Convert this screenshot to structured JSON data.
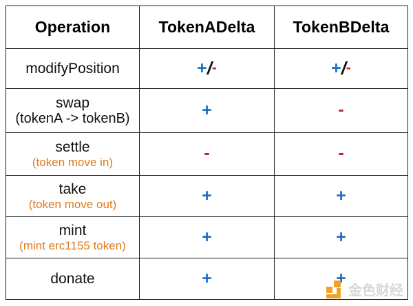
{
  "table": {
    "columns": [
      "Operation",
      "TokenADelta",
      "TokenBDelta"
    ],
    "rows": [
      {
        "operation": "modifyPosition",
        "subtitle": "",
        "subtitle_style": "none",
        "tokenA": "+/-",
        "tokenB": "+/-"
      },
      {
        "operation": "swap",
        "subtitle": "(tokenA -> tokenB)",
        "subtitle_style": "plain",
        "tokenA": "+",
        "tokenB": "-"
      },
      {
        "operation": "settle",
        "subtitle": "(token move in)",
        "subtitle_style": "orange",
        "tokenA": "-",
        "tokenB": "-"
      },
      {
        "operation": "take",
        "subtitle": "(token move out)",
        "subtitle_style": "orange",
        "tokenA": "+",
        "tokenB": "+"
      },
      {
        "operation": "mint",
        "subtitle": "(mint erc1155 token)",
        "subtitle_style": "orange",
        "tokenA": "+",
        "tokenB": "+"
      },
      {
        "operation": "donate",
        "subtitle": "",
        "subtitle_style": "none",
        "tokenA": "+",
        "tokenB": "+"
      }
    ]
  },
  "symbols": {
    "plus": "+",
    "minus": "-",
    "slash": "/"
  },
  "watermark": {
    "text": "金色财经"
  },
  "colors": {
    "plus": "#1f6fc4",
    "minus": "#c0252a",
    "subtitle_orange": "#e07b1e",
    "border": "#1c1c1c",
    "watermark_logo": "#f0a023",
    "watermark_text": "#d6d6d6"
  }
}
